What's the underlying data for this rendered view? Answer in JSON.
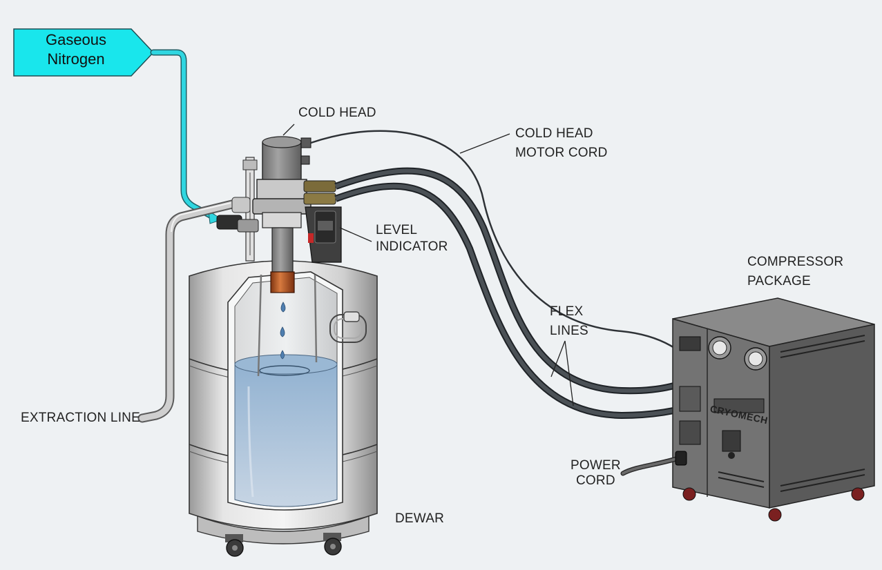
{
  "labels": {
    "gaseous": "Gaseous",
    "nitrogen": "Nitrogen",
    "cold_head": "COLD HEAD",
    "motor_cord_1": "COLD HEAD",
    "motor_cord_2": "MOTOR CORD",
    "level_1": "LEVEL",
    "level_2": "INDICATOR",
    "compressor_1": "COMPRESSOR",
    "compressor_2": "PACKAGE",
    "flex_1": "FLEX",
    "flex_2": "LINES",
    "extraction": "EXTRACTION LINE",
    "power_1": "POWER",
    "power_2": "CORD",
    "dewar": "DEWAR",
    "brand": "CRYOMECH"
  },
  "colors": {
    "nitrogen_tag": "#19e6ec",
    "nitrogen_line": "#2fd6e0",
    "liquid": "#a9c1da",
    "steel": "#d8d8d8",
    "compressor": "#6f6f6f",
    "hose": "#3f4448",
    "copper": "#b5551e",
    "background": "#eef1f3"
  }
}
